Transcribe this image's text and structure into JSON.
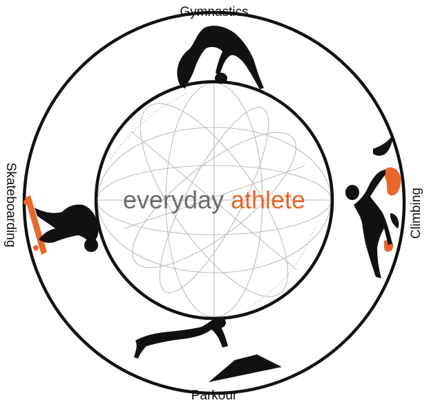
{
  "labels": {
    "top": "Gymnastics",
    "right": "Climbing",
    "bottom": "Parkour",
    "left": "Skateboarding"
  },
  "logo": {
    "word1": "everyday",
    "word2": "athlete"
  },
  "colors": {
    "ink": "#111111",
    "accent": "#e8672a",
    "logo_gray": "#6b6b6b",
    "globe_lines": "#bdbdbd"
  },
  "icons": [
    "gymnast-icon",
    "climber-icon",
    "parkour-runner-icon",
    "skateboarder-icon"
  ]
}
